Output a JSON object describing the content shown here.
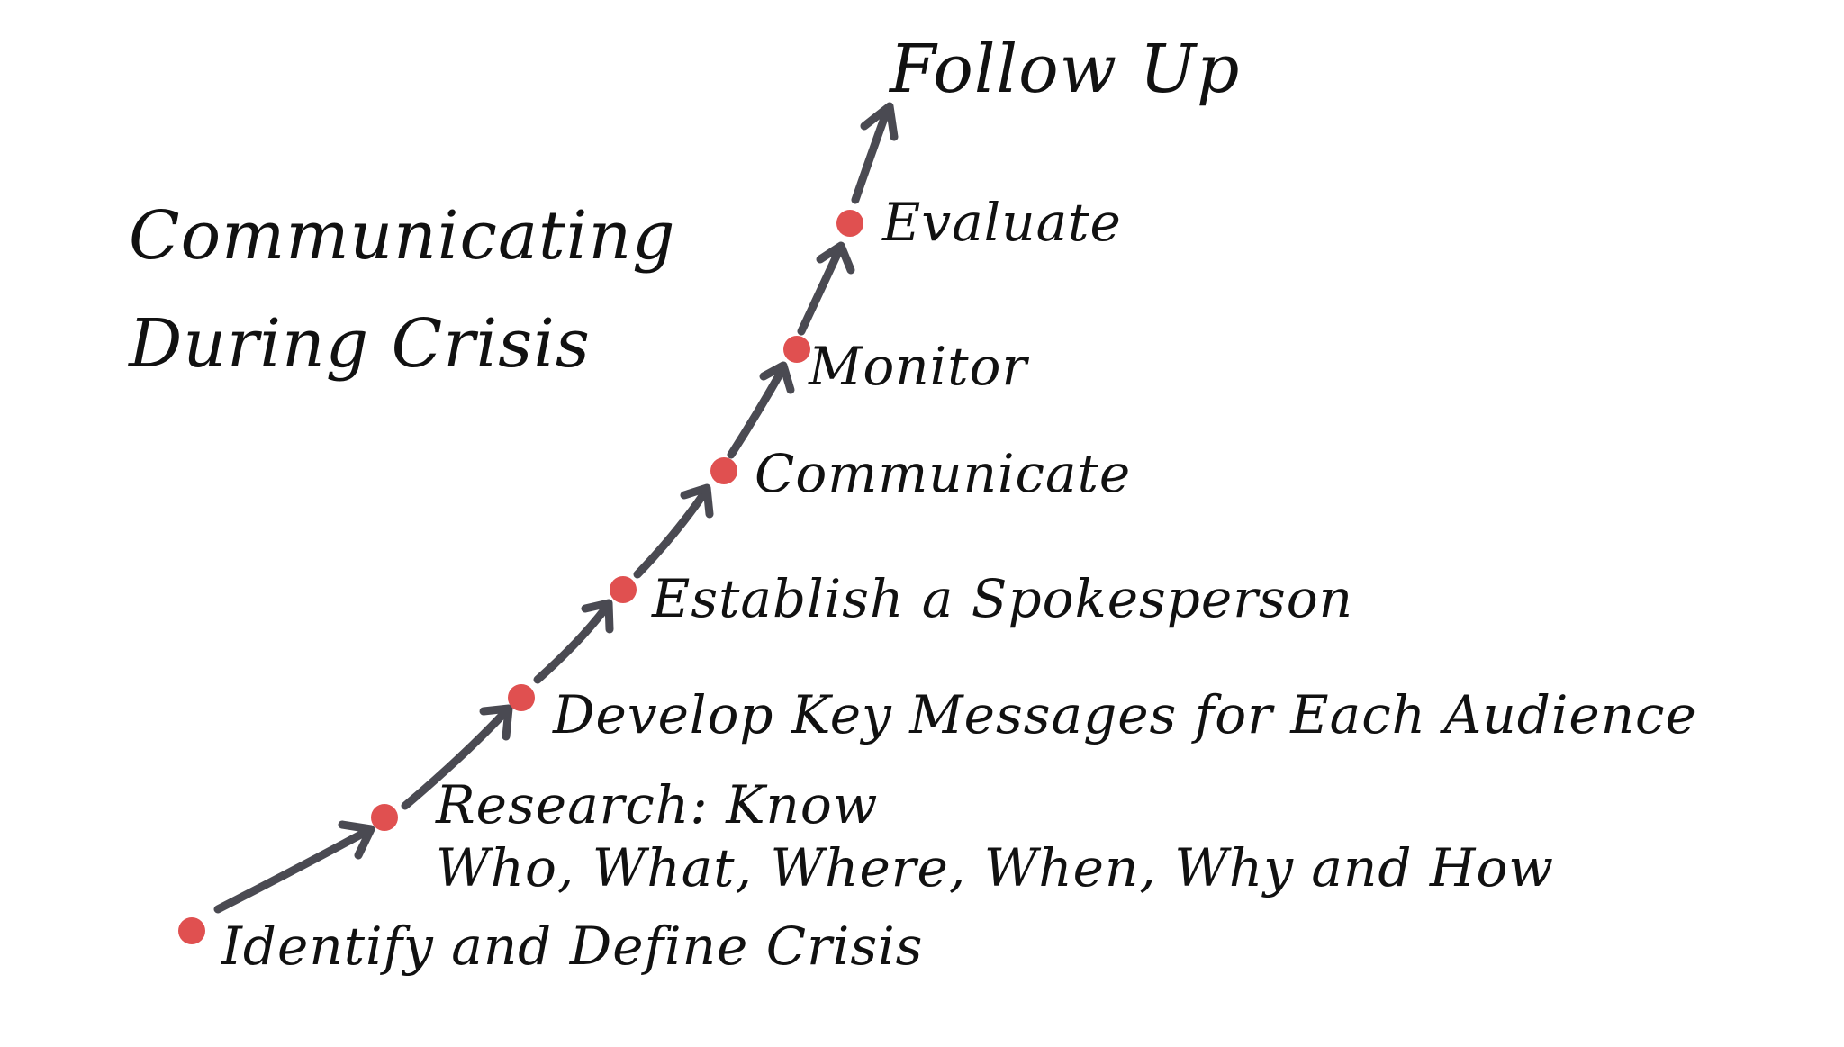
{
  "title": {
    "line1": "Communicating",
    "line2": "During Crisis"
  },
  "goal": "Follow Up",
  "steps": [
    {
      "label": "Identify and Define Crisis"
    },
    {
      "label_line1": "Research: Know",
      "label_line2": "Who, What, Where, When, Why and How"
    },
    {
      "label": "Develop Key Messages for Each Audience"
    },
    {
      "label": "Establish a Spokesperson"
    },
    {
      "label": "Communicate"
    },
    {
      "label": "Monitor"
    },
    {
      "label": "Evaluate"
    }
  ],
  "colors": {
    "dot": "#e05050",
    "arrow": "#4a4a52",
    "text": "#111111",
    "background": "#ffffff"
  }
}
